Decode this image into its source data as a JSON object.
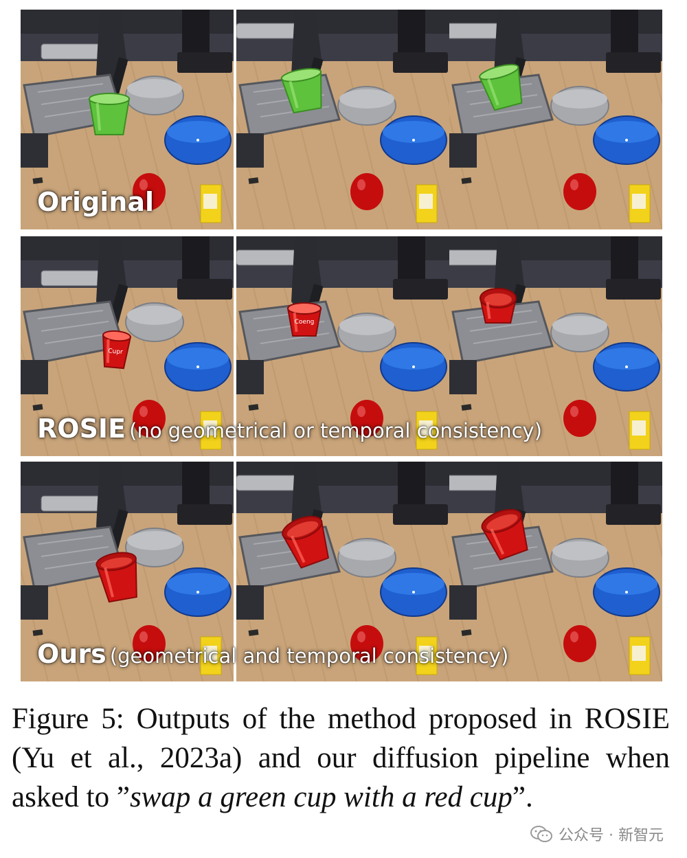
{
  "rows": [
    {
      "label": "Original",
      "sublabel": ""
    },
    {
      "label": "ROSIE",
      "sublabel": "(no geometrical or temporal consistency)"
    },
    {
      "label": "Ours",
      "sublabel": "(geometrical and temporal consistency)"
    }
  ],
  "cup_labels": {
    "rosie_frame1": "Cupr",
    "rosie_frame2": "Coeng"
  },
  "colors": {
    "green_cup": "#5ec23c",
    "red_cup": "#d11212",
    "blue_bowl": "#1f5fd0",
    "gray_bowl": "#a7a9ad",
    "table": "#c9a47a"
  },
  "caption": {
    "text_before": "Figure 5: Outputs of the method proposed in ROSIE (Yu et al., 2023a) and our diffusion pipeline when asked to ”",
    "quote": "swap a green cup with a red cup",
    "text_after": "”."
  },
  "watermark": {
    "text": "公众号 · 新智元",
    "icon": "wechat-icon"
  }
}
